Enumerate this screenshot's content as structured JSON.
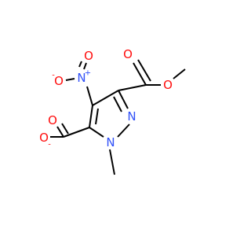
{
  "atoms": {
    "o_carbonyl_ester": "O",
    "o_ester": "O",
    "n_ring_2": "N",
    "n_ring_1": "N",
    "n_nitro": "N",
    "n_nitro_charge": "+",
    "o_nitro_top": "O",
    "o_nitro_left": "O",
    "o_nitro_left_charge": "-",
    "o_carboxylate_top": "O",
    "o_carboxylate": "O",
    "o_carboxylate_charge": "-"
  },
  "colors": {
    "oxygen": "#ff0d0d",
    "nitrogen": "#3050f8",
    "carbon_bond": "#000000"
  }
}
